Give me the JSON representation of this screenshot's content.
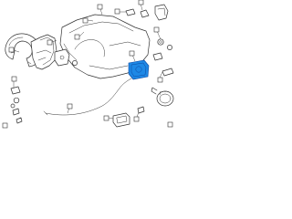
{
  "diagram": {
    "highlight_color": "#1e88e5",
    "line_color": "#333333",
    "background": "#ffffff",
    "callout_count": 16,
    "parts": [
      {
        "id": "quarter-panel"
      },
      {
        "id": "rear-wheel-housing-inner"
      },
      {
        "id": "fuel-filler-lid-housing",
        "highlighted": true
      },
      {
        "id": "fuel-filler-lid"
      },
      {
        "id": "lid-opener-cable"
      },
      {
        "id": "opener-lever-assembly"
      },
      {
        "id": "fender-liner"
      },
      {
        "id": "small-brackets-and-clips"
      }
    ]
  }
}
